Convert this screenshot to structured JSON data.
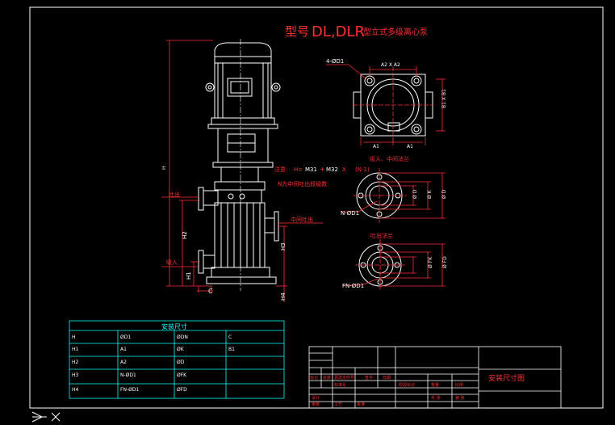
{
  "title": {
    "prefix": "型号",
    "model": "DL,DLR",
    "suffix": "型立式多级离心泵"
  },
  "notes": {
    "formula_prefix": "注意:",
    "formula_h": "H=",
    "formula_m31": "M31",
    "formula_plus": "+",
    "formula_m32": "M32",
    "formula_x": "X",
    "formula_n1": "(N-1)",
    "n_note": "N为中间吐出段级数"
  },
  "labels": {
    "bolt_top": "4-ØD1",
    "a2x_a2": "A2 X A2",
    "b1x_b1": "B1 X B1",
    "a1_left": "A1",
    "a1_right": "A1",
    "suction_mid": "吸入、中间法兰",
    "discharge_flange": "吐出法兰",
    "outlet_left": "吐出",
    "middle_outlet": "中间吐出",
    "inlet_left": "吸入",
    "dim_h": "H",
    "dim_h2": "H2",
    "dim_h1": "H1",
    "dim_h3": "H3",
    "dim_h4": "H4",
    "dim_c": "C",
    "n_d1": "N-ØD1",
    "fn_d1": "FN-ØD1",
    "d_d": "Ø D",
    "d_k": "Ø K",
    "d_d2": "Ø D",
    "d_fk": "Ø FK",
    "d_fd": "Ø FD"
  },
  "install_table": {
    "title": "安装尺寸",
    "rows": [
      [
        "H",
        "ØD1",
        "ØDN",
        "C"
      ],
      [
        "H1",
        "A1",
        "ØK",
        "B1"
      ],
      [
        "H2",
        "A2",
        "ØD",
        ""
      ],
      [
        "H3",
        "N-ØD1",
        "ØFK",
        ""
      ],
      [
        "H4",
        "FN-ØD1",
        "ØFD",
        ""
      ]
    ]
  },
  "title_block": {
    "name": "安装尺寸图",
    "cells": [
      "标记",
      "处数",
      "更改文件号",
      "签字",
      "日期",
      "设计",
      "标准化",
      "审核",
      "工艺",
      "批准",
      "阶段标记",
      "重量",
      "比例",
      "共 张",
      "第 张"
    ]
  },
  "colors": {
    "frame": "#ffffff",
    "pump": "#ffffff",
    "dimension": "#ff3030",
    "table": "#00ffff",
    "background": "#000000"
  }
}
